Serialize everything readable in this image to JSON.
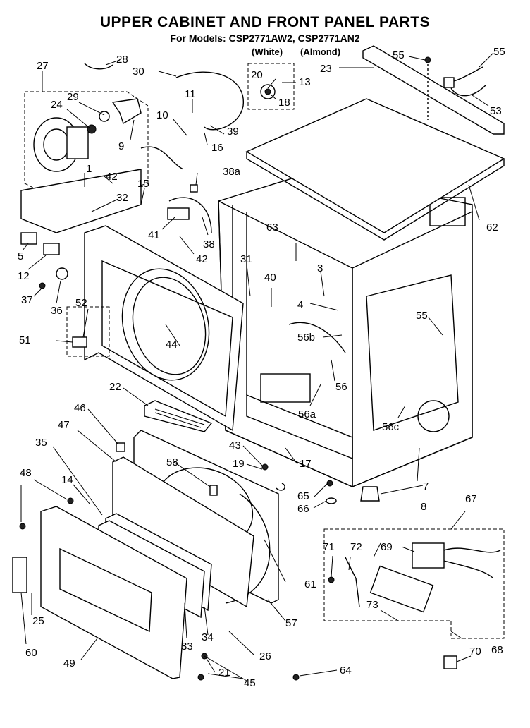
{
  "header": {
    "title": "UPPER CABINET AND FRONT PANEL PARTS",
    "subtitle": "For Models: CSP2771AW2, CSP2771AN2",
    "variant_white": "(White)",
    "variant_almond": "(Almond)"
  },
  "callouts": {
    "c1": "1",
    "c3": "3",
    "c4": "4",
    "c5": "5",
    "c7": "7",
    "c8": "8",
    "c9": "9",
    "c10": "10",
    "c11": "11",
    "c12": "12",
    "c13": "13",
    "c14": "14",
    "c15": "15",
    "c16": "16",
    "c17": "17",
    "c18": "18",
    "c19": "19",
    "c20": "20",
    "c21": "21",
    "c22": "22",
    "c23": "23",
    "c24": "24",
    "c25": "25",
    "c26": "26",
    "c27": "27",
    "c28": "28",
    "c29": "29",
    "c30": "30",
    "c31": "31",
    "c32": "32",
    "c33": "33",
    "c34": "34",
    "c35": "35",
    "c36": "36",
    "c37": "37",
    "c38": "38",
    "c38a": "38a",
    "c39": "39",
    "c40": "40",
    "c41": "41",
    "c42a": "42",
    "c42b": "42",
    "c43": "43",
    "c44": "44",
    "c45": "45",
    "c46": "46",
    "c47": "47",
    "c48": "48",
    "c49": "49",
    "c51": "51",
    "c52": "52",
    "c53": "53",
    "c55a": "55",
    "c55b": "55",
    "c55c": "55",
    "c56": "56",
    "c56a": "56a",
    "c56b": "56b",
    "c56c": "56c",
    "c57": "57",
    "c58": "58",
    "c60": "60",
    "c61": "61",
    "c62": "62",
    "c63": "63",
    "c64": "64",
    "c65": "65",
    "c66": "66",
    "c67": "67",
    "c68": "68",
    "c69": "69",
    "c70": "70",
    "c71": "71",
    "c72": "72",
    "c73": "73"
  }
}
